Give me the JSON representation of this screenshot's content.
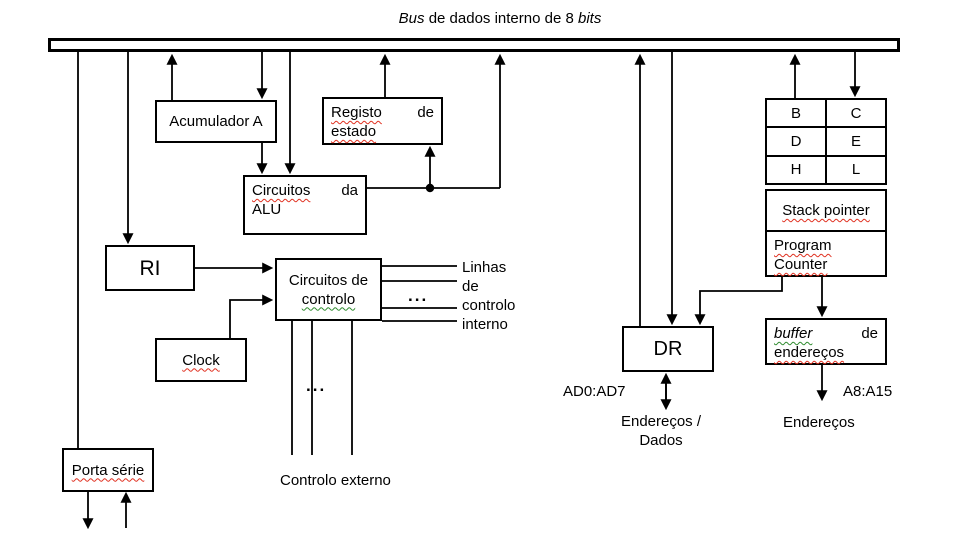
{
  "title": {
    "bus_italic": "Bus",
    "middle": " de dados interno de 8 ",
    "bits_italic": "bits"
  },
  "boxes": {
    "acumulador": {
      "label": "Acumulador A"
    },
    "registo_estado": {
      "word1": "Registo",
      "word2": "de",
      "word3": "estado"
    },
    "alu": {
      "word1": "Circuitos",
      "word2": "da",
      "word3": "ALU"
    },
    "ri": {
      "label": "RI"
    },
    "controlo": {
      "line1": "Circuitos de",
      "line2": "controlo"
    },
    "clock": {
      "label": "Clock"
    },
    "porta_serie": {
      "label": "Porta série"
    },
    "registers": {
      "cells": [
        "B",
        "C",
        "D",
        "E",
        "H",
        "L"
      ]
    },
    "stack_pointer": {
      "label": "Stack pointer"
    },
    "program_counter": {
      "line1": "Program",
      "line2": "Counter"
    },
    "dr": {
      "label": "DR"
    },
    "buffer_enderecos": {
      "word1": "buffer",
      "word2": "de",
      "word3": "endereços"
    }
  },
  "labels": {
    "linhas_l1": "Linhas",
    "linhas_l2": "de",
    "linhas_l3": "controlo",
    "linhas_l4": "interno",
    "dots_right": "...",
    "dots_bottom": "...",
    "controlo_externo": "Controlo externo",
    "ad0_ad7": "AD0:AD7",
    "enderecos_dados_l1": "Endereços /",
    "enderecos_dados_l2": "Dados",
    "a8_a15": "A8:A15",
    "enderecos": "Endereços"
  }
}
